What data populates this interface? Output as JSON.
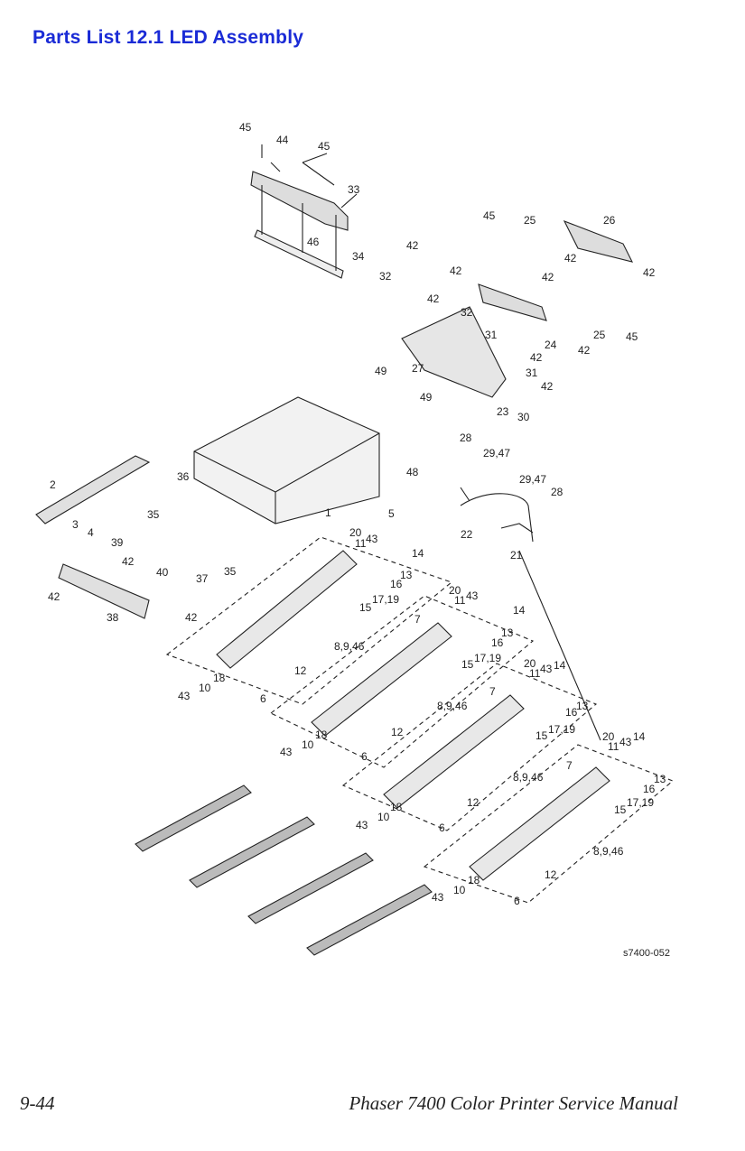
{
  "header": {
    "title": "Parts List 12.1 LED Assembly"
  },
  "diagram": {
    "reference_id": "s7400-052",
    "callouts": [
      "45",
      "44",
      "45",
      "33",
      "46",
      "34",
      "42",
      "42",
      "32",
      "42",
      "32",
      "31",
      "27",
      "49",
      "49",
      "48",
      "23",
      "30",
      "28",
      "29,47",
      "29,47",
      "28",
      "45",
      "25",
      "26",
      "42",
      "42",
      "42",
      "24",
      "25",
      "45",
      "42",
      "31",
      "42",
      "2",
      "3",
      "4",
      "36",
      "35",
      "35",
      "39",
      "40",
      "37",
      "42",
      "38",
      "42",
      "1",
      "5",
      "22",
      "21",
      "20",
      "11",
      "43",
      "14",
      "16",
      "13",
      "17,19",
      "15",
      "8,9,46",
      "7",
      "12",
      "43",
      "10",
      "18",
      "6",
      "20",
      "11",
      "43",
      "14",
      "16",
      "13",
      "17,19",
      "15",
      "8,9,46",
      "7",
      "12",
      "43",
      "10",
      "18",
      "6",
      "20",
      "11",
      "43",
      "14",
      "16",
      "13",
      "17,19",
      "15",
      "8,9,46",
      "7",
      "12",
      "43",
      "10",
      "18",
      "6",
      "20",
      "43",
      "14",
      "11",
      "16",
      "13",
      "17,19",
      "15",
      "8,9,46",
      "7",
      "12",
      "43",
      "10",
      "18",
      "6"
    ]
  },
  "footer": {
    "page_number": "9-44",
    "manual_title": "Phaser 7400 Color Printer Service Manual"
  }
}
